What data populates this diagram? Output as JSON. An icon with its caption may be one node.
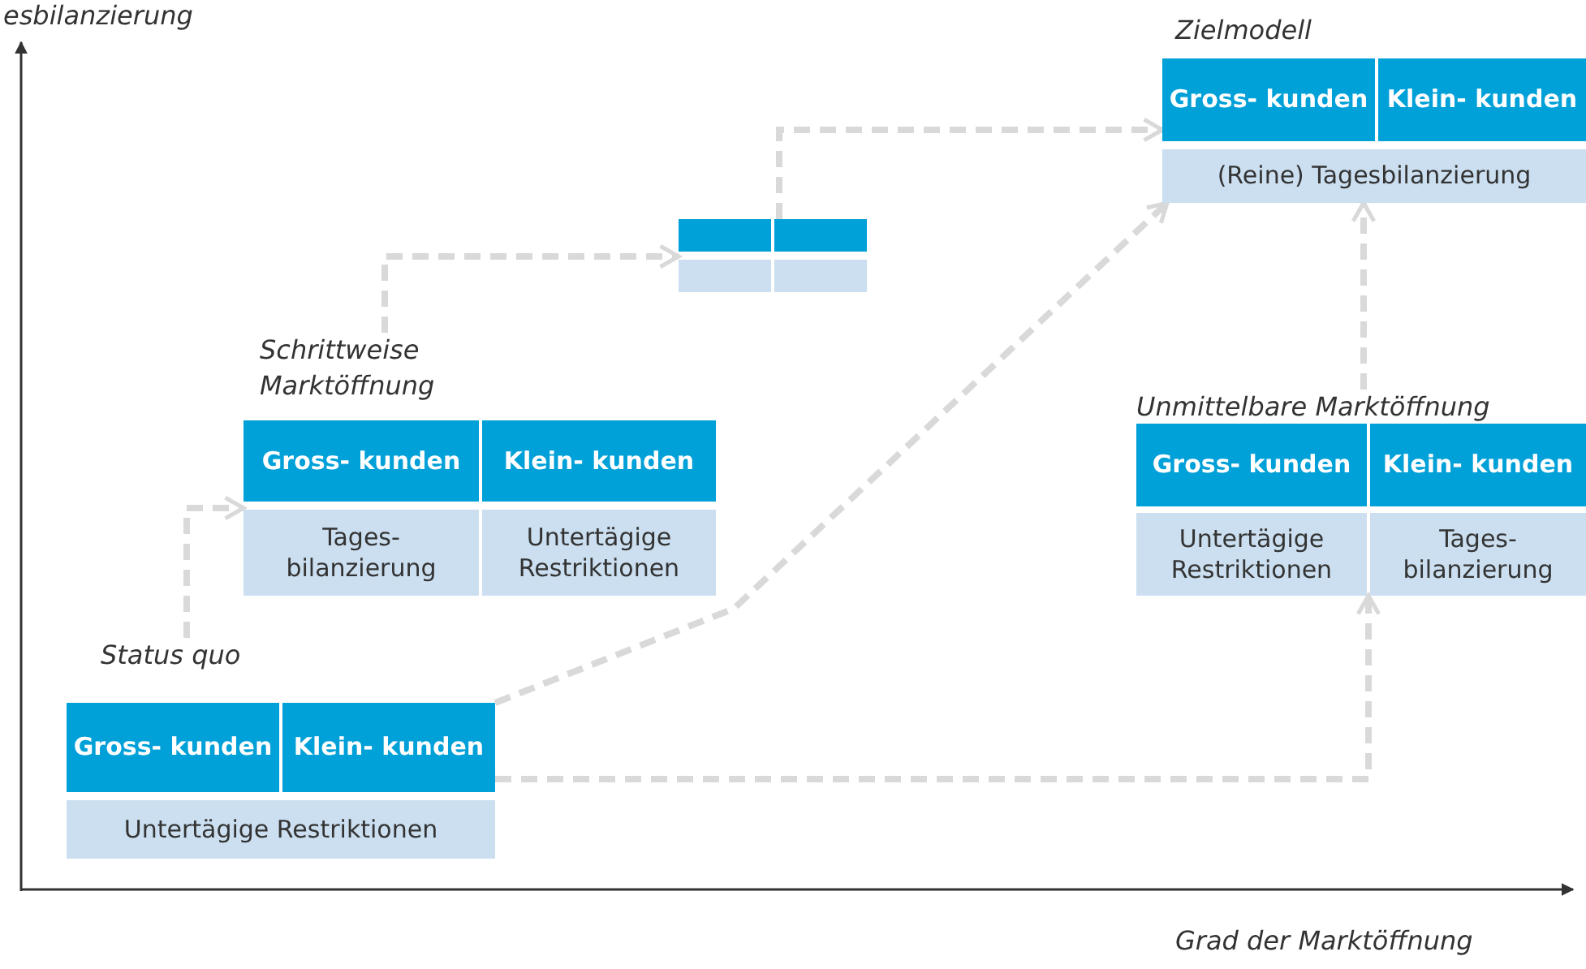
{
  "diagram": {
    "nodes": [
      {
        "text": [
          "Status quo"
        ]
      },
      {
        "text": [
          "Gross- kunden"
        ],
        "in": 0
      },
      {
        "text": [
          "Klein- kunden"
        ],
        "in": 0
      },
      {
        "text": [
          "Untertägige Restriktionen"
        ],
        "in": 0
      },
      {
        "text": [
          "Schrittweise Marktöffnung"
        ]
      },
      {
        "text": [
          "Gross- kunden"
        ],
        "in": 4
      },
      {
        "text": [
          "Klein- kunden"
        ],
        "in": 4
      },
      {
        "text": [
          "Tages- bilanzierung"
        ],
        "in": 4
      },
      {
        "text": [
          "Untertägige Restriktionen"
        ],
        "in": 4
      },
      {
        "text": [],
        "shape": "box"
      },
      {
        "text": [
          "Zielmodell"
        ]
      },
      {
        "text": [
          "Gross- kunden"
        ],
        "in": 10
      },
      {
        "text": [
          "Klein- kunden"
        ],
        "in": 10
      },
      {
        "text": [
          "(Reine) Tagesbilanzierung"
        ],
        "in": 10
      },
      {
        "text": [
          "Unmittelbare Marktöffnung"
        ]
      },
      {
        "text": [
          "Gross- kunden"
        ],
        "in": 14
      },
      {
        "text": [
          "Klein- kunden"
        ],
        "in": 14
      },
      {
        "text": [
          "Untertägige Restriktionen"
        ],
        "in": 14
      },
      {
        "text": [
          "Tages- bilanzierung"
        ],
        "in": 14
      }
    ],
    "edges": [
      {
        "from": 0,
        "to": 4,
        "arrow": "to",
        "style": "dashed"
      },
      {
        "from": 4,
        "to": 9,
        "arrow": "to",
        "style": "dashed"
      },
      {
        "from": 9,
        "to": 10,
        "arrow": "to",
        "style": "dashed"
      },
      {
        "from": 0,
        "to": 10,
        "arrow": "to",
        "style": "dashed"
      },
      {
        "from": 0,
        "to": 14,
        "arrow": "to",
        "style": "dashed"
      },
      {
        "from": 14,
        "to": 10,
        "arrow": "to",
        "style": "dashed"
      }
    ],
    "labels": [
      "esbilanzierung",
      "Grad der Marktöffnung"
    ]
  }
}
